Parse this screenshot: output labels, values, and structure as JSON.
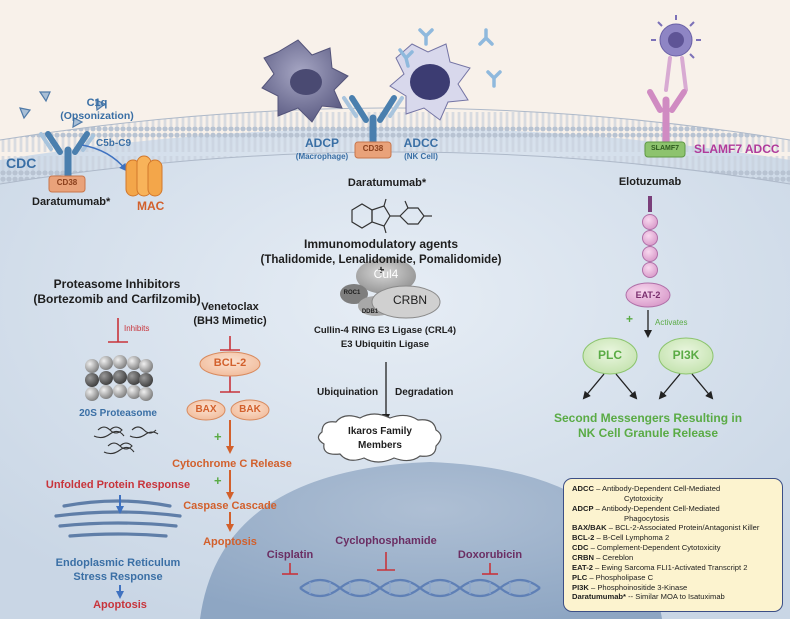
{
  "colors": {
    "membrane": "#d3d9e3",
    "cytoplasm": "#dce5f0",
    "nucleus": "#9db2cb",
    "blue": "#3a6fa5",
    "orange": "#d2602c",
    "red": "#c8343b",
    "green": "#5aab45",
    "purple": "#6b2e63",
    "magenta": "#b03a9b"
  },
  "top": {
    "c1q": "C1q",
    "opsonization": "(Opsonization)",
    "c5b": "C5b-C9",
    "cdc": "CDC",
    "cd38_left": "CD38",
    "daratumumab_left": "Daratumumab*",
    "mac": "MAC",
    "adcp": "ADCP",
    "macrophage": "(Macrophage)",
    "cd38_mid": "CD38",
    "adcc": "ADCC",
    "nk": "(NK Cell)",
    "daratumumab_mid": "Daratumumab*",
    "slamf7_chip": "SLAMF7",
    "slamf7_adcc": "SLAMF7 ADCC",
    "elotuzumab": "Elotuzumab"
  },
  "left": {
    "title1": "Proteasome Inhibitors",
    "title2": "(Bortezomib and Carfilzomib)",
    "inhibits": "Inhibits",
    "proteasome": "20S Proteasome",
    "upr": "Unfolded Protein Response",
    "er1": "Endoplasmic Reticulum",
    "er2": "Stress Response",
    "apoptosis": "Apoptosis"
  },
  "ven": {
    "title1": "Venetoclax",
    "title2": "(BH3 Mimetic)",
    "bcl2": "BCL-2",
    "bax": "BAX",
    "bak": "BAK",
    "plus1": "+",
    "cyto": "Cytochrome C Release",
    "plus2": "+",
    "caspase": "Caspase Cascade",
    "apoptosis": "Apoptosis"
  },
  "imid": {
    "title1": "Immunomodulatory agents",
    "title2": "(Thalidomide, Lenalidomide, Pomalidomide)",
    "plus": "+",
    "cul4": "Cul4",
    "crbn": "CRBN",
    "roc1": "ROC1",
    "ddb1": "DDB1",
    "ligase1": "Cullin-4 RING E3 Ligase (CRL4)",
    "ligase2": "E3 Ubiquitin Ligase",
    "ubiq": "Ubiquination",
    "degr": "Degradation",
    "ikaros1": "Ikaros Family",
    "ikaros2": "Members"
  },
  "right": {
    "eat2": "EAT-2",
    "plus": "+",
    "activates": "Activates",
    "plc": "PLC",
    "pi3k": "PI3K",
    "sm1": "Second Messengers Resulting in",
    "sm2": "NK Cell Granule Release"
  },
  "nucleus": {
    "cisplatin": "Cisplatin",
    "cyclo": "Cyclophosphamide",
    "doxo": "Doxorubicin"
  },
  "legend": [
    {
      "abbr": "ADCC",
      "desc": "– Antibody-Dependent Cell-Mediated",
      "cont": "Cytotoxicity"
    },
    {
      "abbr": "ADCP",
      "desc": "– Antibody-Dependent Cell-Mediated",
      "cont": "Phagocytosis"
    },
    {
      "abbr": "BAX/BAK",
      "desc": "– BCL-2-Associated Protein/Antagonist Killer"
    },
    {
      "abbr": "BCL-2",
      "desc": "– B-Cell Lymphoma 2"
    },
    {
      "abbr": "CDC",
      "desc": "– Complement-Dependent Cytotoxicity"
    },
    {
      "abbr": "CRBN",
      "desc": "– Cereblon"
    },
    {
      "abbr": "EAT-2",
      "desc": "– Ewing Sarcoma FLI1-Activated Transcript 2"
    },
    {
      "abbr": "PLC",
      "desc": "– Phospholipase C"
    },
    {
      "abbr": "PI3K",
      "desc": "– Phosphoinositide 3-Kinase"
    },
    {
      "abbr": "Daratumumab*",
      "desc": "-- Similar MOA to Isatuximab"
    }
  ]
}
